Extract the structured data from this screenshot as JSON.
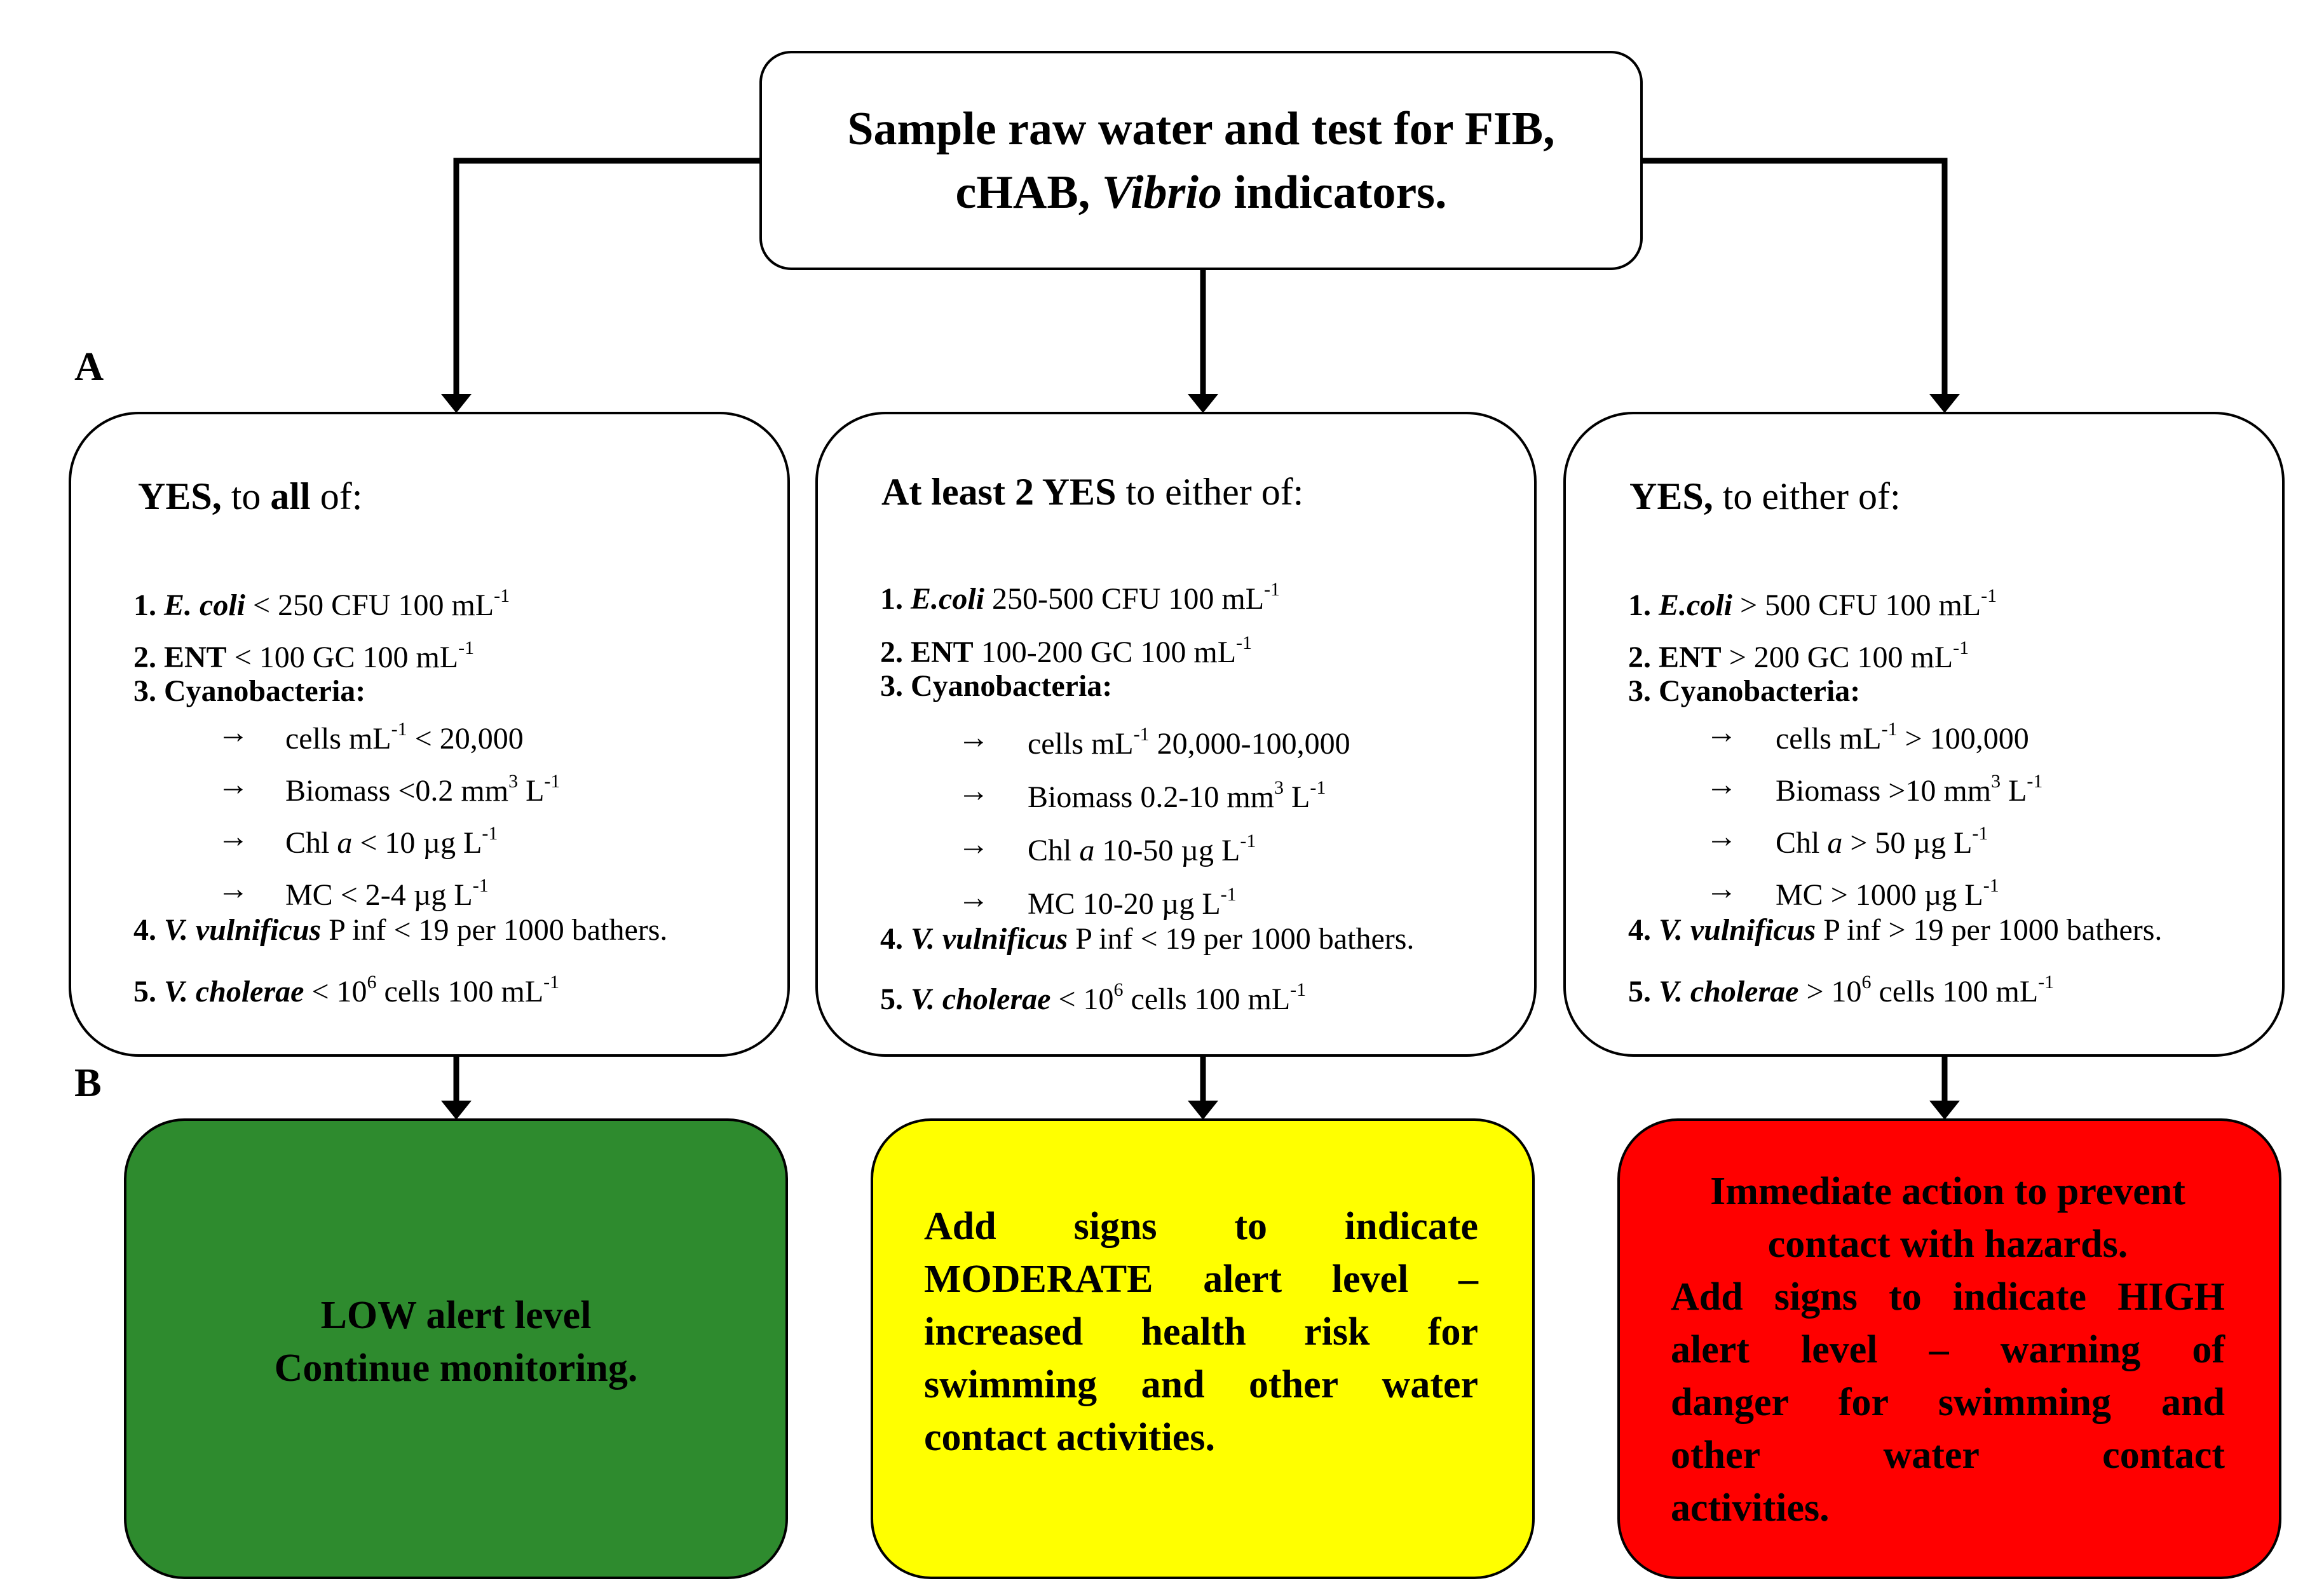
{
  "top": {
    "line1": "Sample raw water and test for FIB,",
    "line2_a": "cHAB, ",
    "line2_italic": "Vibrio",
    "line2_b": " indicators."
  },
  "labels": {
    "a": "A",
    "b": "B"
  },
  "low": {
    "head_bold": "YES,",
    "head_mid": " to ",
    "head_bold2": "all",
    "head_tail": " of:",
    "ecoli_num": "1.",
    "ecoli_name": "E. coli",
    "ecoli_val": " < 250 CFU 100 mL",
    "ent_num": "2. ENT",
    "ent_val": " < 100 GC 100 mL",
    "cyano": "3. Cyanobacteria:",
    "cells": "cells mL",
    "cells_tail": " < 20,000",
    "biomass": "Biomass <0.2 mm",
    "biomass_tail": " L",
    "chl": "Chl ",
    "chl_it": "a",
    "chl_tail": " <  10 µg L",
    "mc": "MC < 2-4 µg L",
    "vv_num": "4.",
    "vv_name": "V. vulnificus",
    "vv_val": " P inf < 19 per 1000 bathers.",
    "vc_num": "5.",
    "vc_name": "V. cholerae",
    "vc_val": " < 10",
    "vc_tail": "  cells 100 mL"
  },
  "moderate": {
    "head_bold": "At least 2 YES",
    "head_tail": " to either of:",
    "ecoli_num": "1.",
    "ecoli_name": "E.coli",
    "ecoli_val": "   250-500 CFU 100 mL",
    "ent_num": "2. ENT",
    "ent_val": "  100-200 GC 100 mL",
    "cyano": "3. Cyanobacteria:",
    "cells": "cells mL",
    "cells_tail": "   20,000-100,000",
    "biomass": "Biomass 0.2-10 mm",
    "biomass_tail": " L",
    "chl": "Chl ",
    "chl_it": "a",
    "chl_tail": "  10-50 µg L",
    "mc": "MC 10-20 µg L",
    "vv_num": "4.",
    "vv_name": "V. vulnificus",
    "vv_val": " P inf < 19 per 1000 bathers.",
    "vc_num": "5.",
    "vc_name": "V. cholerae",
    "vc_val": " < 10",
    "vc_tail": "  cells 100 mL"
  },
  "high": {
    "head_bold": "YES,",
    "head_tail": " to either of:",
    "ecoli_num": "1.",
    "ecoli_name": "E.coli",
    "ecoli_val": " > 500 CFU 100 mL",
    "ent_num": "2. ENT",
    "ent_val": " > 200 GC 100 mL",
    "cyano": "3. Cyanobacteria:",
    "cells": "cells mL",
    "cells_tail": " >  100,000",
    "biomass": "Biomass >10 mm",
    "biomass_tail": " L",
    "chl": "Chl ",
    "chl_it": "a",
    "chl_tail": " > 50 µg L",
    "mc": "MC > 1000 µg L",
    "vv_num": "4.",
    "vv_name": "V. vulnificus",
    "vv_val": " P inf > 19 per 1000 bathers.",
    "vc_num": "5.",
    "vc_name": "V. cholerae",
    "vc_val": " > 10",
    "vc_tail": "  cells 100 mL"
  },
  "sup": {
    "neg1": "-1",
    "three": "3",
    "six": "6"
  },
  "arrow_glyph": "→",
  "actions": {
    "low": [
      "LOW alert level",
      "Continue monitoring."
    ],
    "moderate": [
      "Add signs to indicate",
      "MODERATE alert level –",
      "increased health risk for",
      "swimming and other water",
      "contact activities."
    ],
    "high_top": [
      "Immediate action to prevent",
      "contact with hazards."
    ],
    "high_body": [
      "Add signs to indicate HIGH",
      "alert level – warning of",
      "danger for swimming and",
      "other water contact",
      "activities."
    ]
  },
  "colors": {
    "low": "#2e8b2e",
    "moderate": "#ffff00",
    "high": "#ff0000"
  }
}
